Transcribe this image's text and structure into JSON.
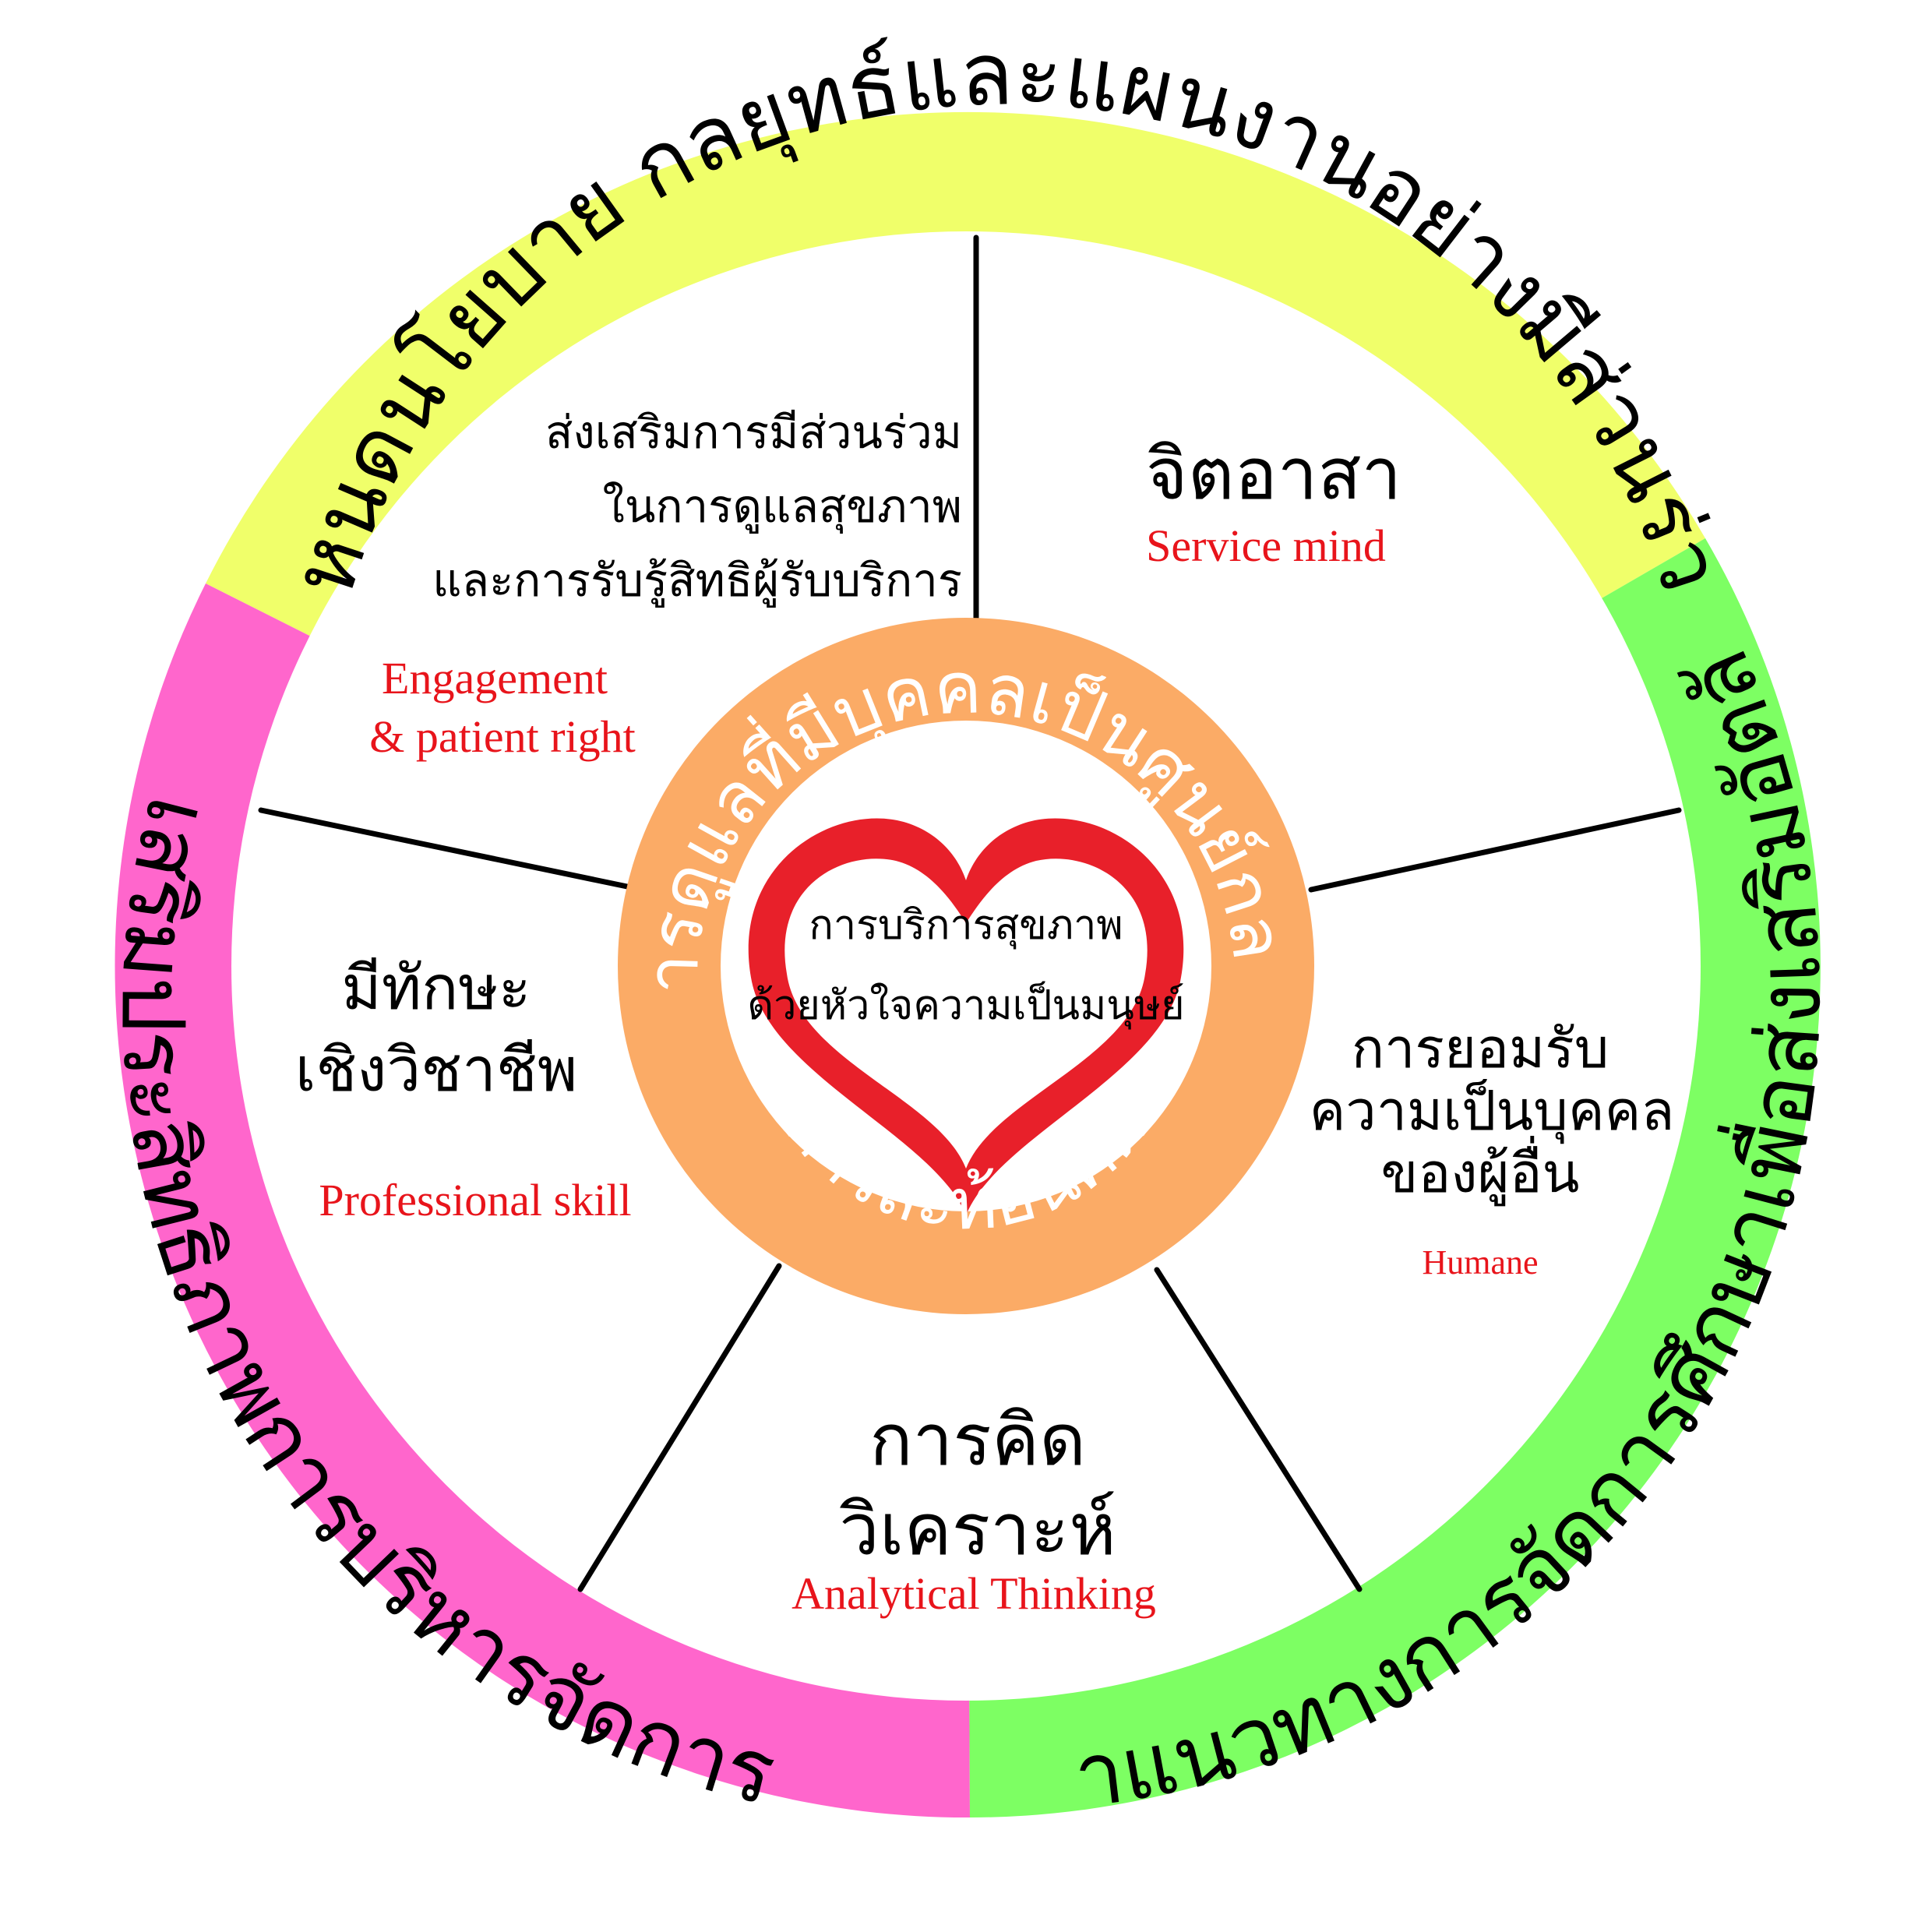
{
  "colors": {
    "top_band": "#f0ff6a",
    "left_band": "#ff66cc",
    "right_band": "#7dff63",
    "inner_disc": "#fbab66",
    "heart": "#e8202a",
    "english_text": "#e8141b",
    "divider": "#000000"
  },
  "outer_ring": {
    "top": "กำหนดนโยบาย กลยุทธ์และแผนงานอย่างมีส่วนร่วม",
    "left": "เสริมประสิทธิภาพการบริหารจัดการ",
    "right": "พัฒนาแนวทางการจัดการศึกษาเพื่อส่งเสริมอัตลักษณ์"
  },
  "center": {
    "ring_top": "การดูแลที่มีบุคคลเป็นศูนย์กลาง",
    "ring_bottom": "การสะท้อนคิด",
    "heart_line1": "การบริการสุขภาพ",
    "heart_line2": "ด้วยหัวใจความเป็นมนุษย์",
    "icon": "heart-icon"
  },
  "segments": {
    "engagement": {
      "thai": [
        "ส่งเสริมการมีส่วนร่วม",
        "ในการดูแลสุขภาพ",
        "และการรับรู้สิทธิผู้รับบริการ"
      ],
      "english": [
        "Engagement",
        "& patient right"
      ]
    },
    "service_mind": {
      "thai": [
        "จิตอาสา"
      ],
      "english": [
        "Service mind"
      ]
    },
    "professional": {
      "thai": [
        "มีทักษะ",
        "เชิงวิชาชีพ"
      ],
      "english": [
        "Professional skill"
      ]
    },
    "humane": {
      "thai": [
        "การยอมรับ",
        "ความเป็นบุคคล",
        "ของผู้อื่น"
      ],
      "english": [
        "Humane"
      ]
    },
    "analytical": {
      "thai": [
        "การคิด",
        "วิเคราะห์"
      ],
      "english": [
        "Analytical Thinking"
      ]
    }
  }
}
